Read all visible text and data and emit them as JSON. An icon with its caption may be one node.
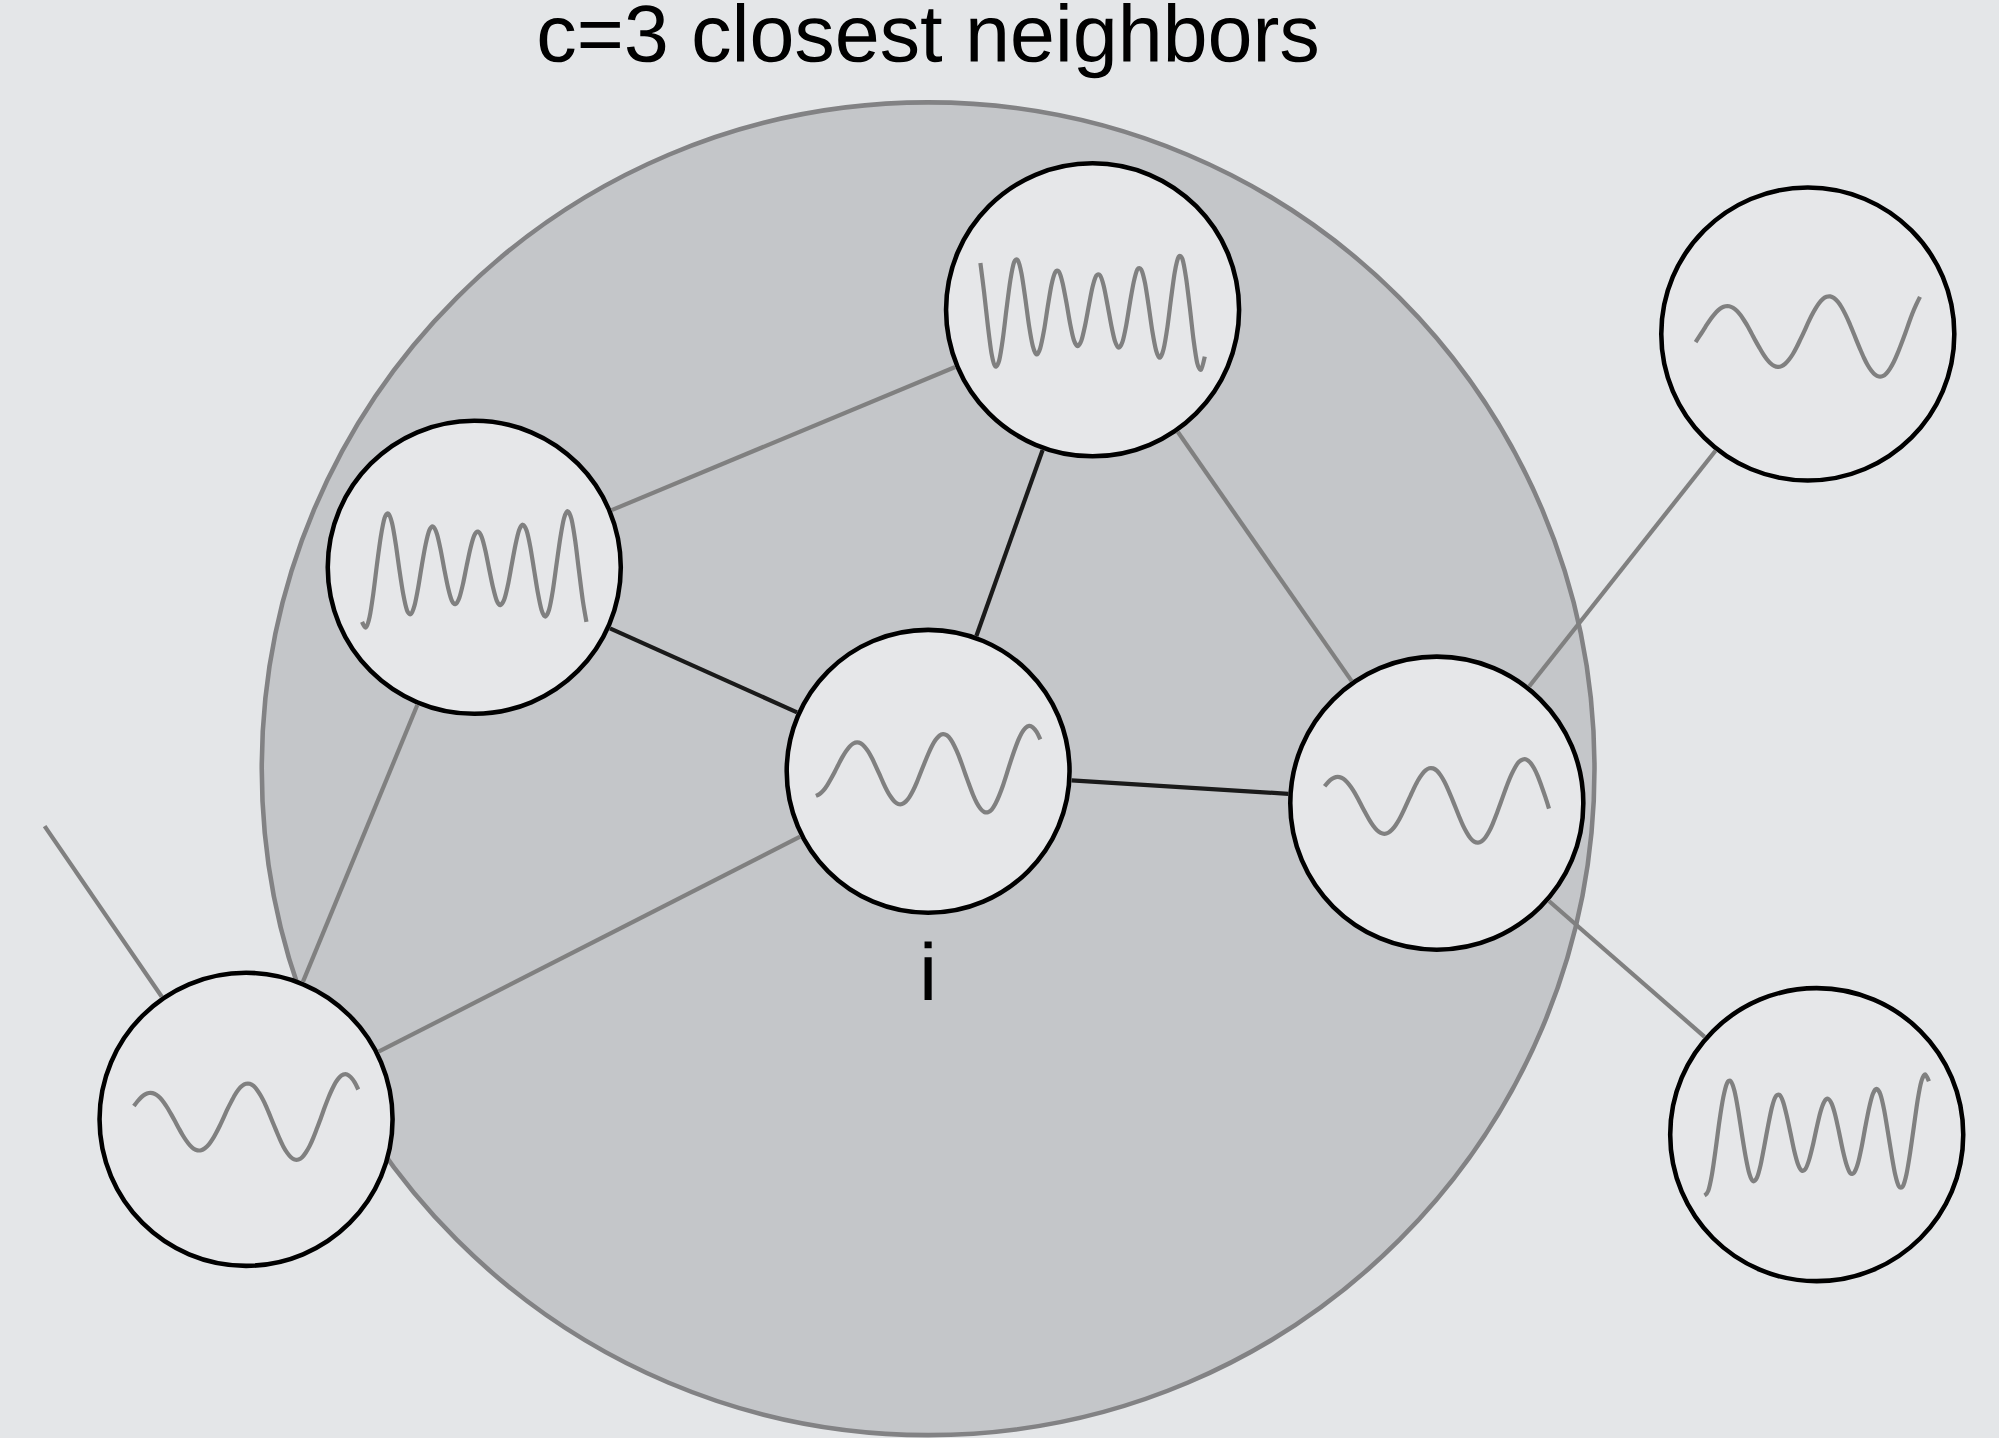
{
  "diagram": {
    "nodes": [
      {
        "text": [
          "c=3 closest neighbors"
        ]
      },
      {
        "text": [],
        "shape": "circle",
        "in": 0
      },
      {
        "text": [],
        "shape": "circle"
      },
      {
        "text": [],
        "shape": "circle",
        "in": 0
      },
      {
        "text": [],
        "shape": "circle",
        "in": 0,
        "beside": [
          "i"
        ]
      },
      {
        "text": [],
        "shape": "circle",
        "in": 0
      },
      {
        "text": [],
        "shape": "circle"
      },
      {
        "text": [],
        "shape": "circle"
      }
    ],
    "edges": [
      {
        "from": 3,
        "to": 1,
        "arrow": "none"
      },
      {
        "from": 1,
        "to": 4,
        "arrow": "none",
        "color": "#1a1a1a"
      },
      {
        "from": 1,
        "to": 5,
        "arrow": "none"
      },
      {
        "from": 3,
        "to": 4,
        "arrow": "none",
        "color": "#1a1a1a"
      },
      {
        "from": 4,
        "to": 5,
        "arrow": "none",
        "color": "#1a1a1a"
      },
      {
        "from": 3,
        "to": 6,
        "arrow": "none"
      },
      {
        "from": 4,
        "to": 6,
        "arrow": "none"
      },
      {
        "from": 5,
        "to": 2,
        "arrow": "none"
      },
      {
        "from": 5,
        "to": 7,
        "arrow": "none"
      },
      {
        "from": null,
        "to": 6,
        "arrow": "none"
      }
    ]
  }
}
